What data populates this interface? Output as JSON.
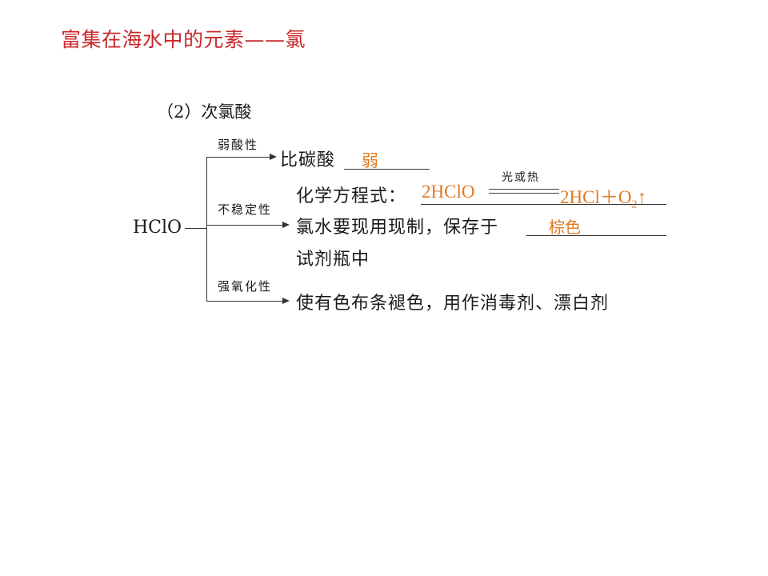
{
  "title": "富集在海水中的元素——氯",
  "section": "（2）次氯酸",
  "root": "HClO",
  "branches": [
    {
      "label": "弱酸性",
      "text": "比碳酸",
      "blank": "弱"
    },
    {
      "label": "不稳定性",
      "equation_prefix": "化学方程式：",
      "equation_left": "2HClO",
      "equation_condition": "光或热",
      "equation_right": "2HCl＋O",
      "equation_subscript": "2",
      "equation_arrow": "↑",
      "storage_text": "氯水要现用现制，保存于",
      "storage_blank": "棕色",
      "storage_text2": "试剂瓶中"
    },
    {
      "label": "强氧化性",
      "text": "使有色布条褪色，用作消毒剂、漂白剂"
    }
  ],
  "colors": {
    "title": "#c8282c",
    "answer": "#e07a22"
  }
}
